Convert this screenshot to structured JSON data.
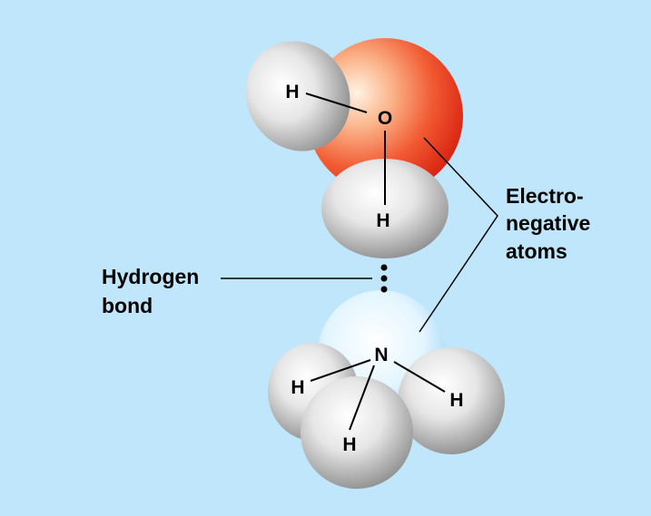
{
  "colors": {
    "background": "#bfe6fb",
    "oxygen": "#e8321e",
    "nitrogen": "#9ed8f7",
    "hydrogen": "#c9c9c9"
  },
  "water": {
    "oxygen_label": "O",
    "hydrogen_top_label": "H",
    "hydrogen_bottom_label": "H"
  },
  "ammonia": {
    "nitrogen_label": "N",
    "hydrogen_left_label": "H",
    "hydrogen_right_label": "H",
    "hydrogen_bottom_label": "H"
  },
  "labels": {
    "electronegative": [
      "Electro-",
      "negative",
      "atoms"
    ],
    "hydrogen_bond": [
      "Hydrogen",
      "bond"
    ]
  }
}
